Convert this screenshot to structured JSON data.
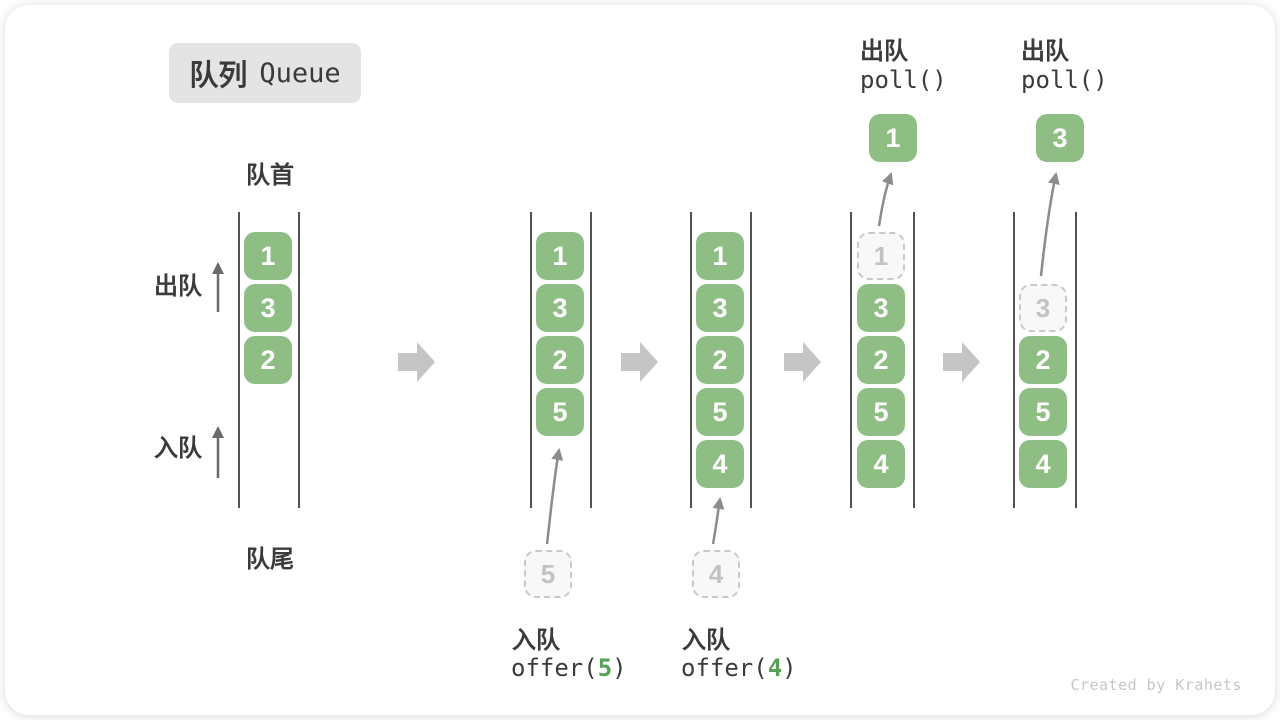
{
  "title": {
    "badge_zh": "队列",
    "badge_en": "Queue"
  },
  "labels": {
    "front": "队首",
    "rear": "队尾",
    "dequeue": "出队",
    "enqueue": "入队"
  },
  "queues": [
    {
      "blocks": [
        "1",
        "3",
        "2"
      ]
    },
    {
      "blocks": [
        "1",
        "3",
        "2",
        "5"
      ],
      "pending": "5",
      "op": {
        "label": "入队",
        "code_pre": "offer(",
        "arg": "5",
        "code_post": ")"
      }
    },
    {
      "blocks": [
        "1",
        "3",
        "2",
        "5",
        "4"
      ],
      "pending": "4",
      "op": {
        "label": "入队",
        "code_pre": "offer(",
        "arg": "4",
        "code_post": ")"
      }
    },
    {
      "removed": "1",
      "blocks": [
        "3",
        "2",
        "5",
        "4"
      ],
      "polled": "1",
      "op": {
        "label": "出队",
        "code": "poll()"
      }
    },
    {
      "removed": "3",
      "blocks": [
        "2",
        "5",
        "4"
      ],
      "polled": "3",
      "op": {
        "label": "出队",
        "code": "poll()"
      }
    }
  ],
  "watermark": "Created by Krahets",
  "colors": {
    "block_green": "#8fbe85",
    "block_text": "#ffffff",
    "code_accent_green": "#57a157",
    "flow_arrow_gray": "#c5c5c5",
    "motion_arrow_gray": "#8c8c8c",
    "wall_line": "#525252",
    "label_text": "#3b3b3b",
    "dashed_border": "#c9c9c9",
    "dashed_text": "#c2c2c2",
    "badge_bg": "#e4e4e4",
    "watermark_text": "#c6c6c6"
  }
}
